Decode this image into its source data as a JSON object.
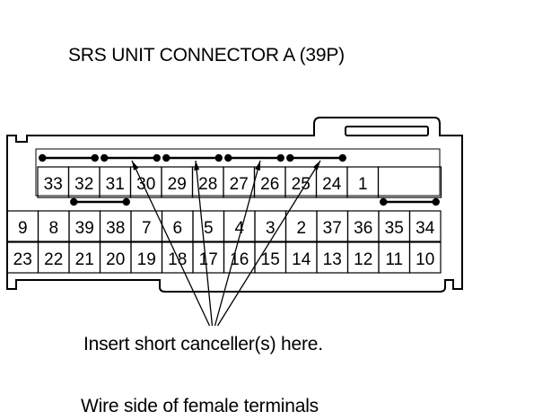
{
  "title": "SRS UNIT CONNECTOR A (39P)",
  "captions": {
    "instruction": "Insert short canceller(s) here.",
    "view": "Wire side of female terminals"
  },
  "connector": {
    "rows": [
      [
        "33",
        "32",
        "31",
        "30",
        "29",
        "28",
        "27",
        "26",
        "25",
        "24",
        "1",
        ""
      ],
      [
        "9",
        "8",
        "39",
        "38",
        "7",
        "6",
        "5",
        "4",
        "3",
        "2",
        "37",
        "36",
        "35",
        "34"
      ],
      [
        "23",
        "22",
        "21",
        "20",
        "19",
        "18",
        "17",
        "16",
        "15",
        "14",
        "13",
        "12",
        "11",
        "10"
      ]
    ],
    "short_pairs": [
      [
        "33",
        "32"
      ],
      [
        "31",
        "30"
      ],
      [
        "29",
        "28"
      ],
      [
        "27",
        "26"
      ],
      [
        "25",
        "24"
      ],
      [
        "39",
        "38"
      ],
      [
        "35",
        "34"
      ]
    ]
  }
}
